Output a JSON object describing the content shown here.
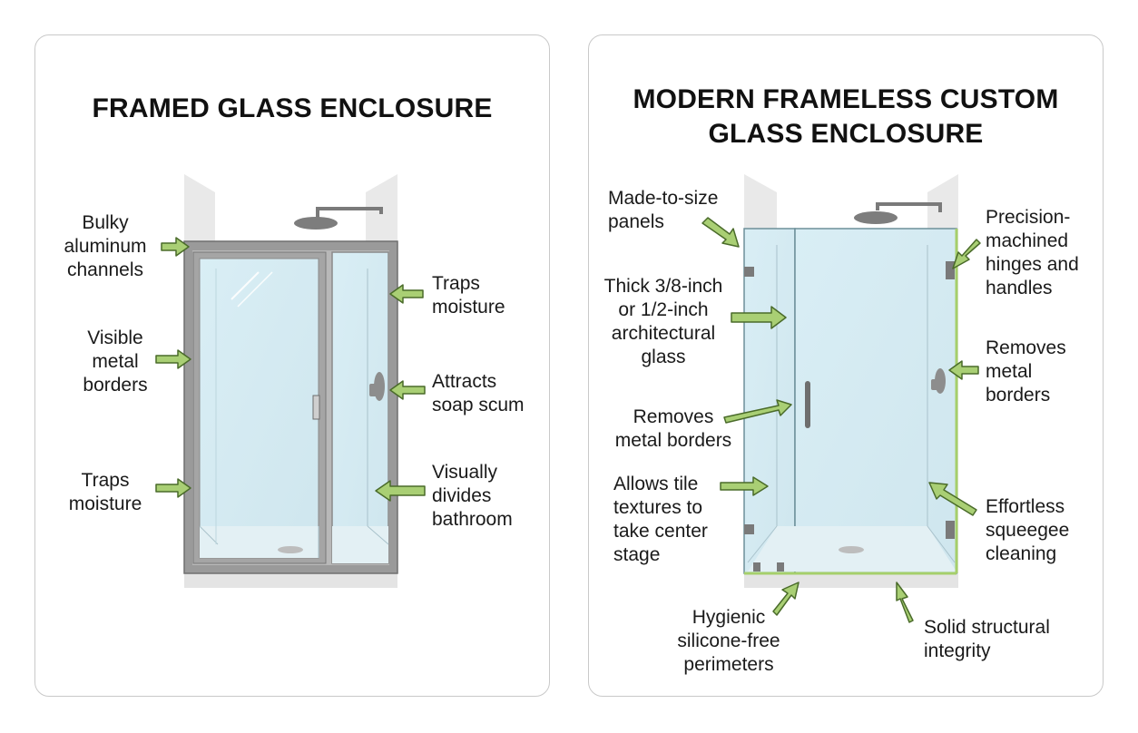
{
  "colors": {
    "arrow_fill": "#a9cf74",
    "arrow_stroke": "#4a6b2a",
    "glass": "#d6ebf2",
    "frame": "#8f8f8f",
    "green_seal": "#a6cf6b",
    "wall": "#e6e6e6"
  },
  "left": {
    "title": "FRAMED GLASS ENCLOSURE",
    "labels": {
      "bulky": "Bulky\naluminum\nchannels",
      "visible": "Visible\nmetal\nborders",
      "traps_left": "Traps\nmoisture",
      "traps_right": "Traps\nmoisture",
      "attracts": "Attracts\nsoap scum",
      "divides": "Visually\ndivides\nbathroom"
    }
  },
  "right": {
    "title": "MODERN FRAMELESS CUSTOM\nGLASS ENCLOSURE",
    "labels": {
      "made": "Made-to-size\npanels",
      "thick": "Thick 3/8-inch\nor 1/2-inch\narchitectural\nglass",
      "removes_left": "Removes\nmetal borders",
      "allows": "Allows tile\ntextures to\ntake center\nstage",
      "hygienic": "Hygienic\nsilicone-free\nperimeters",
      "precision": "Precision-\nmachined\nhinges and\nhandles",
      "removes_right": "Removes\nmetal\nborders",
      "effortless": "Effortless\nsqueegee\ncleaning",
      "solid": "Solid structural\nintegrity"
    }
  }
}
